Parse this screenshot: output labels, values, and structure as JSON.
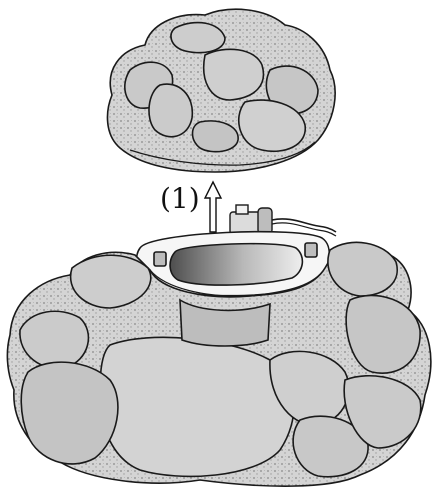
{
  "diagram": {
    "step_label": "(1)",
    "parts": {
      "top_rock_cover": "rock-cover",
      "pump": "pump",
      "basin_tray": "basin",
      "reservoir": "reservoir",
      "rock_base": "rock-base",
      "arrow": "up-arrow"
    },
    "colors": {
      "stroke": "#1a1a1a",
      "rock_fill": "#d9d9d9",
      "rock_shade": "#a8a8a8",
      "basin_fill": "#f4f4f4",
      "reservoir_dark": "#5a5a5a",
      "reservoir_light": "#e6e6e6"
    }
  }
}
